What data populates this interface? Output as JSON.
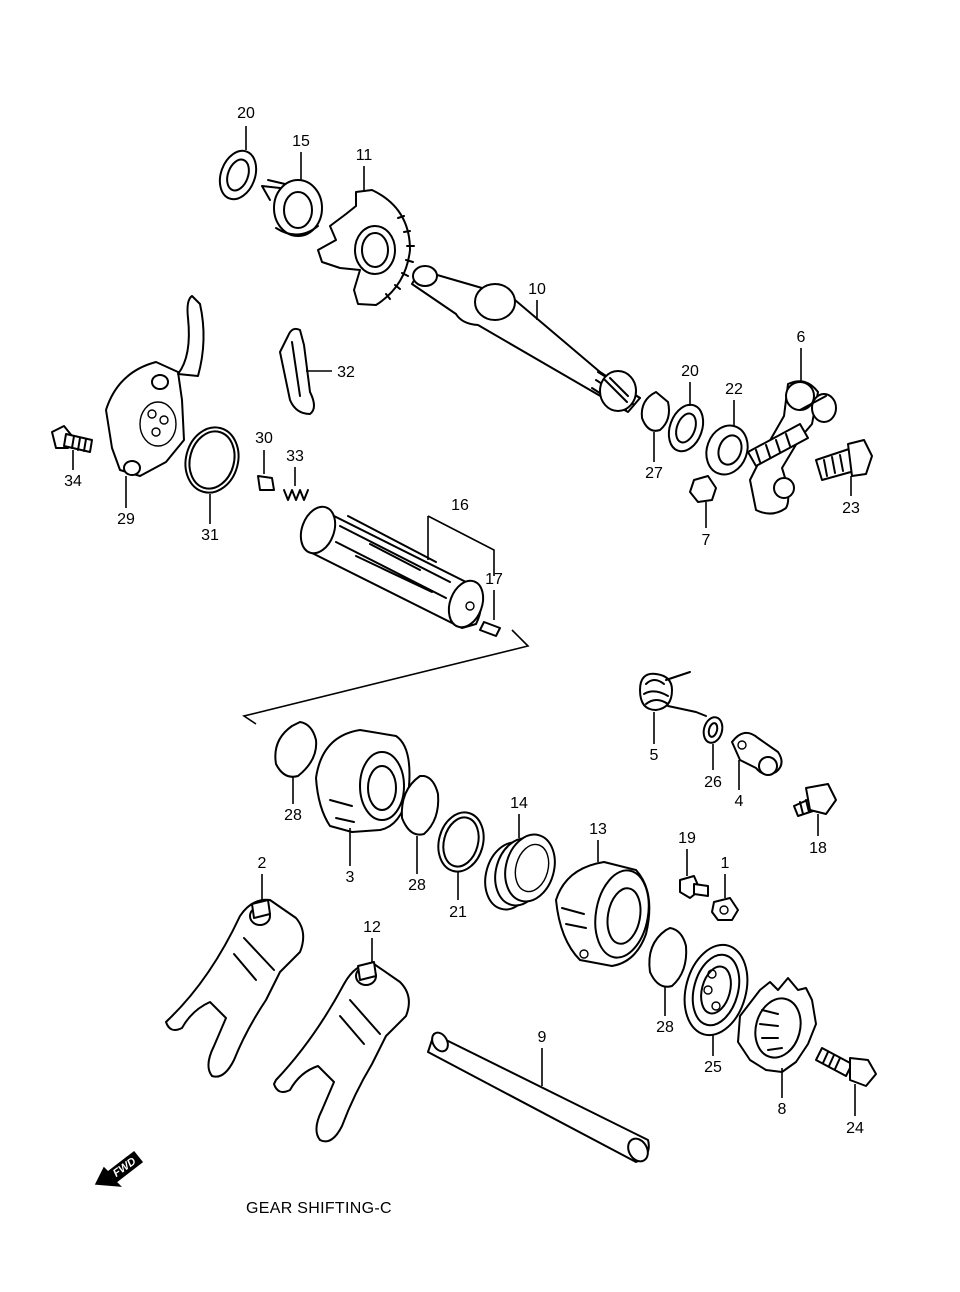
{
  "caption": "GEAR SHIFTING-C",
  "fwd_label": "FWD",
  "callouts": [
    {
      "id": "c20a",
      "label": "20"
    },
    {
      "id": "c15",
      "label": "15"
    },
    {
      "id": "c11",
      "label": "11"
    },
    {
      "id": "c10",
      "label": "10"
    },
    {
      "id": "c32",
      "label": "32"
    },
    {
      "id": "c6",
      "label": "6"
    },
    {
      "id": "c20b",
      "label": "20"
    },
    {
      "id": "c22",
      "label": "22"
    },
    {
      "id": "c27",
      "label": "27"
    },
    {
      "id": "c23",
      "label": "23"
    },
    {
      "id": "c7",
      "label": "7"
    },
    {
      "id": "c30",
      "label": "30"
    },
    {
      "id": "c33",
      "label": "33"
    },
    {
      "id": "c34",
      "label": "34"
    },
    {
      "id": "c29",
      "label": "29"
    },
    {
      "id": "c31",
      "label": "31"
    },
    {
      "id": "c16",
      "label": "16"
    },
    {
      "id": "c17",
      "label": "17"
    },
    {
      "id": "c5",
      "label": "5"
    },
    {
      "id": "c26",
      "label": "26"
    },
    {
      "id": "c4",
      "label": "4"
    },
    {
      "id": "c18",
      "label": "18"
    },
    {
      "id": "c28a",
      "label": "28"
    },
    {
      "id": "c3",
      "label": "3"
    },
    {
      "id": "c28b",
      "label": "28"
    },
    {
      "id": "c21",
      "label": "21"
    },
    {
      "id": "c14",
      "label": "14"
    },
    {
      "id": "c13",
      "label": "13"
    },
    {
      "id": "c19",
      "label": "19"
    },
    {
      "id": "c1",
      "label": "1"
    },
    {
      "id": "c2",
      "label": "2"
    },
    {
      "id": "c12",
      "label": "12"
    },
    {
      "id": "c9",
      "label": "9"
    },
    {
      "id": "c28c",
      "label": "28"
    },
    {
      "id": "c25",
      "label": "25"
    },
    {
      "id": "c8",
      "label": "8"
    },
    {
      "id": "c24",
      "label": "24"
    }
  ]
}
